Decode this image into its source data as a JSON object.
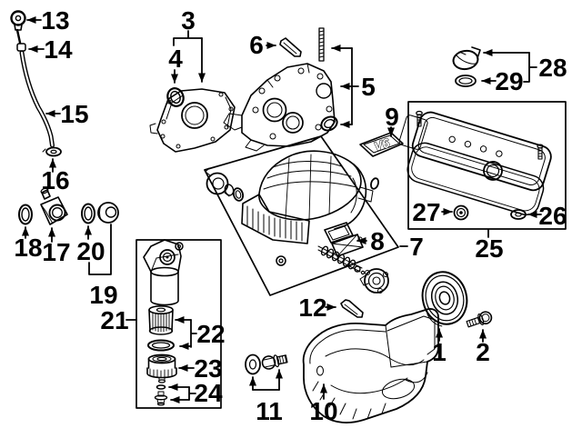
{
  "diagram": {
    "background": "#ffffff",
    "line_color": "#000000",
    "emblem_text": "V6",
    "callouts": {
      "n1": "1",
      "n2": "2",
      "n3": "3",
      "n4": "4",
      "n5": "5",
      "n6": "6",
      "n7": "7",
      "n8": "8",
      "n9": "9",
      "n10": "10",
      "n11": "11",
      "n12": "12",
      "n13": "13",
      "n14": "14",
      "n15": "15",
      "n16": "16",
      "n17": "17",
      "n18": "18",
      "n19": "19",
      "n20": "20",
      "n21": "21",
      "n22": "22",
      "n23": "23",
      "n24": "24",
      "n25": "25",
      "n26": "26",
      "n27": "27",
      "n28": "28",
      "n29": "29"
    }
  }
}
